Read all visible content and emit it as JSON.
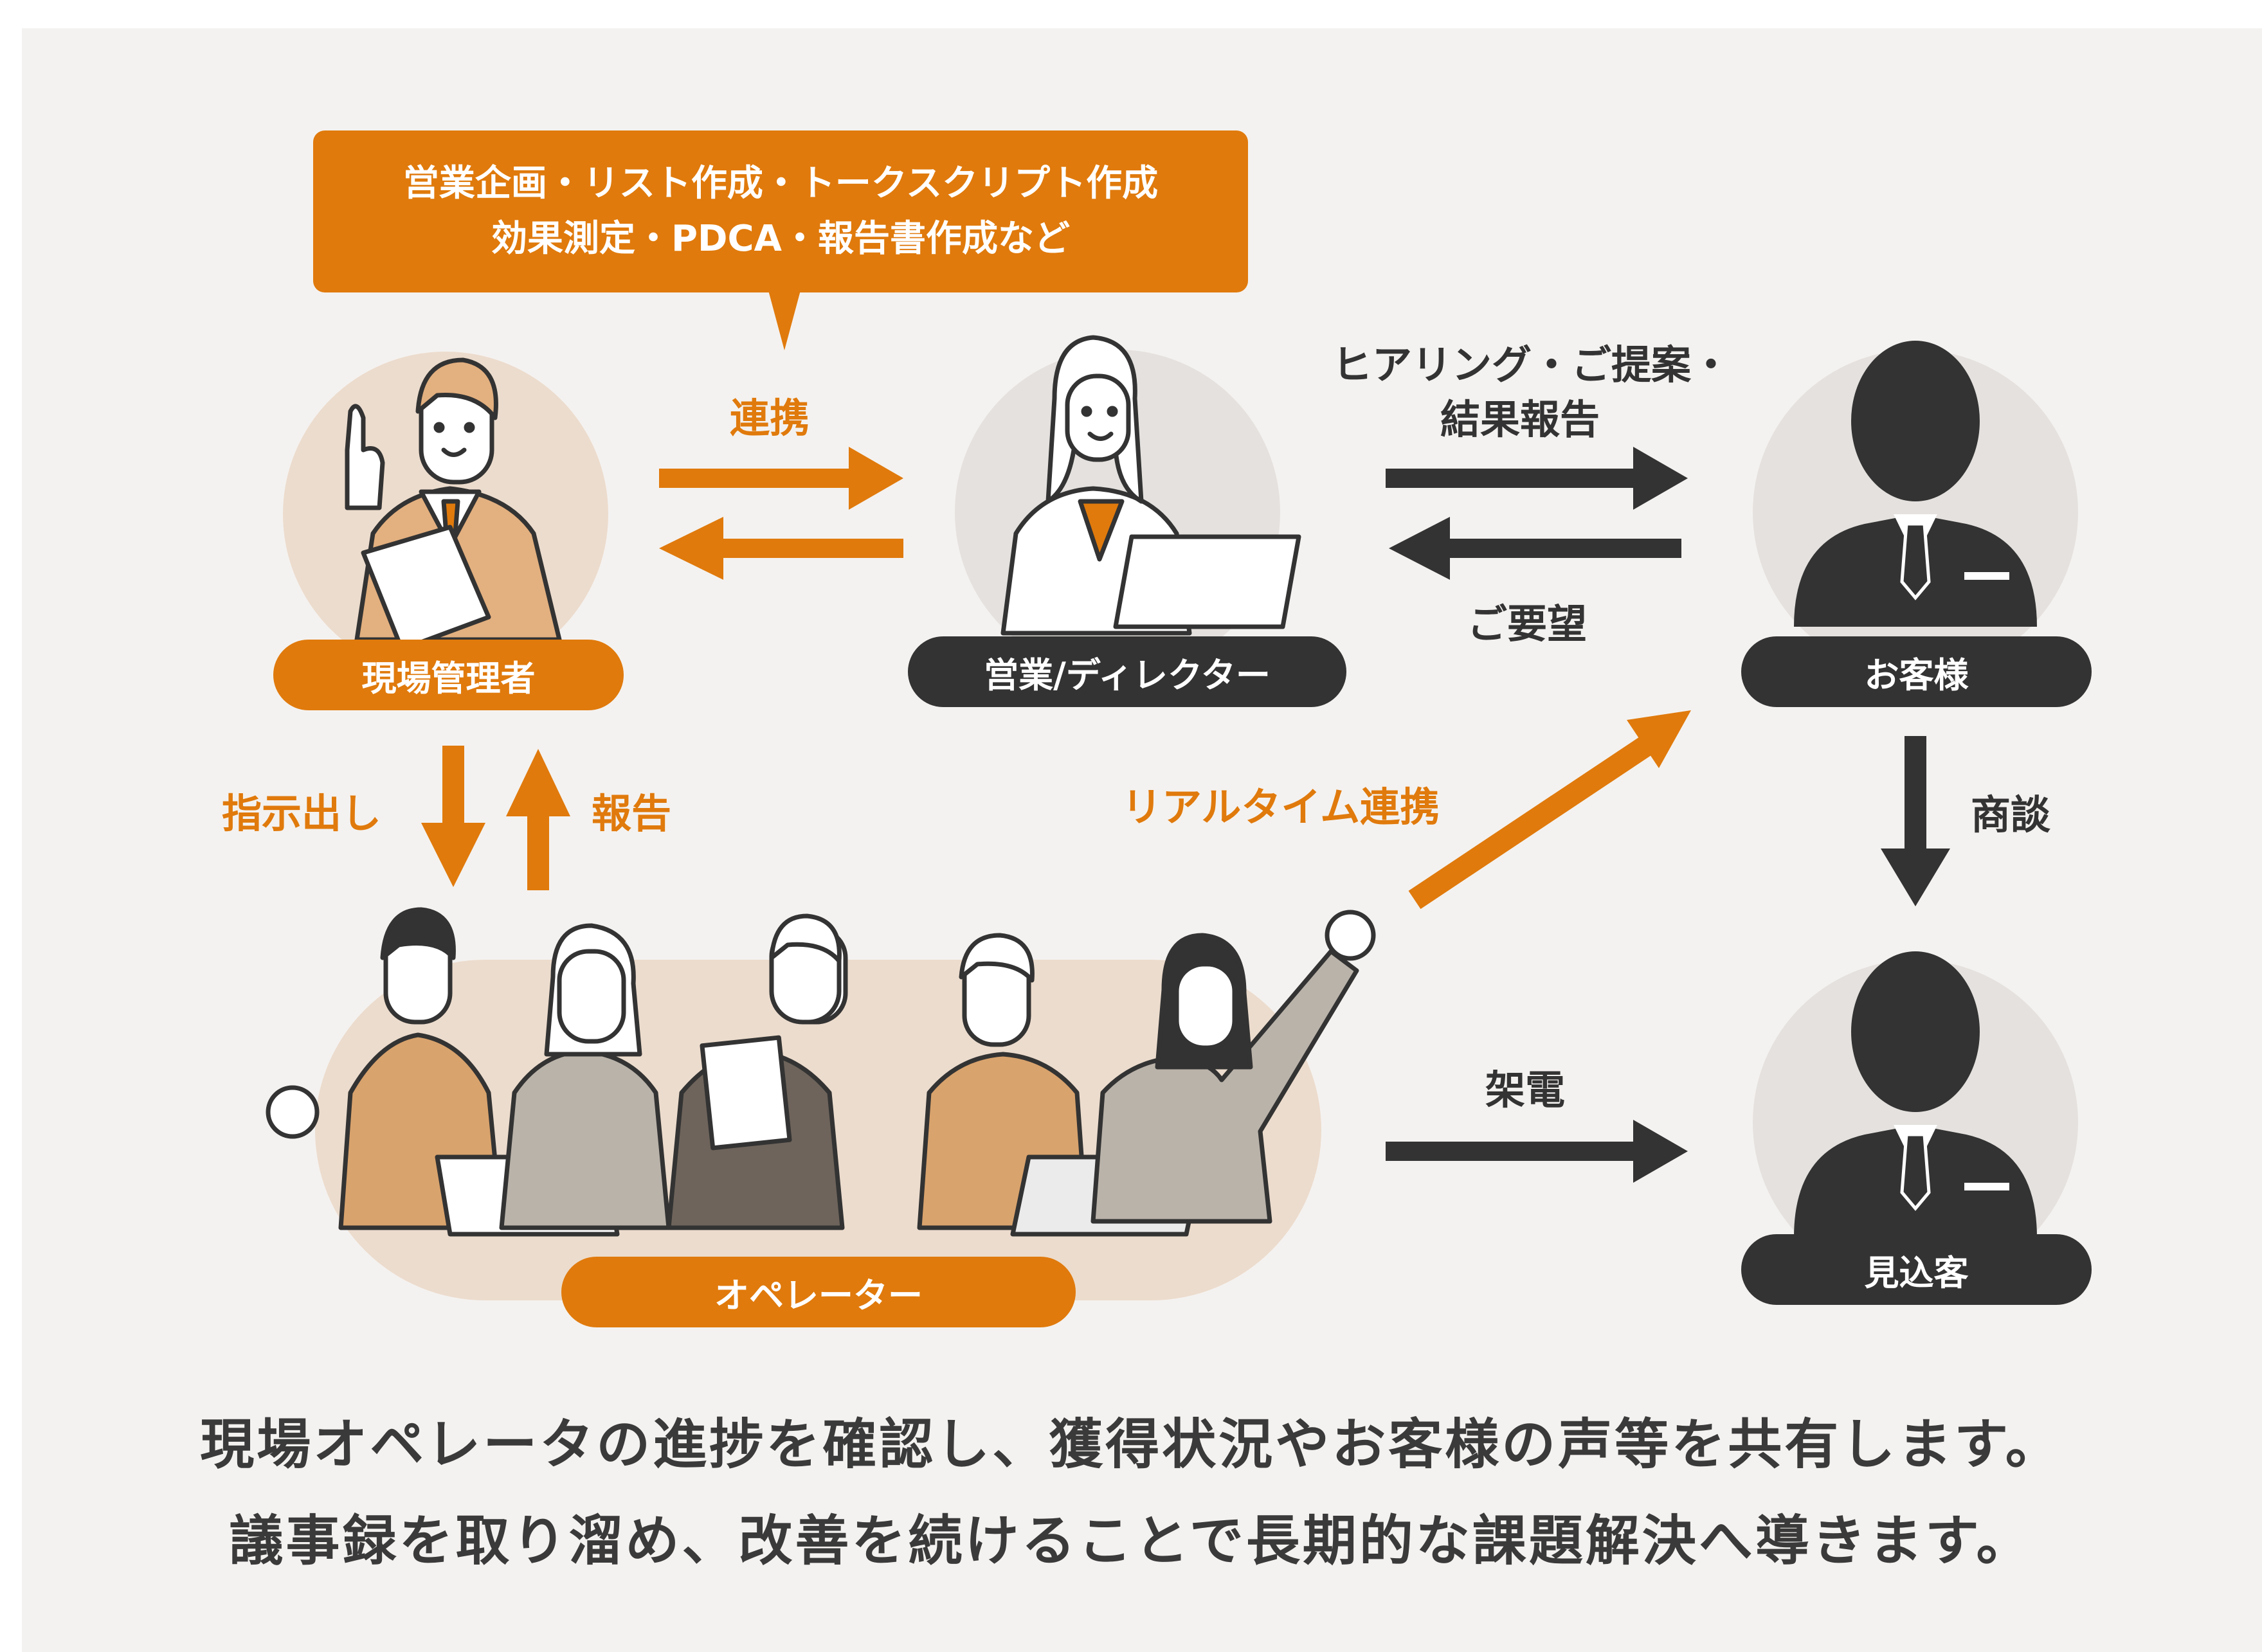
{
  "callout": {
    "line1": "営業企画・リスト作成・トークスクリプト作成",
    "line2": "効果測定・PDCA・報告書作成など"
  },
  "nodes": {
    "site_manager": "現場管理者",
    "sales_director": "営業/ディレクター",
    "customer": "お客様",
    "operator": "オペレーター",
    "prospect": "見込客"
  },
  "edges": {
    "cooperation": "連携",
    "hearing_line1": "ヒアリング・ご提案・",
    "hearing_line2": "結果報告",
    "request": "ご要望",
    "instruction": "指示出し",
    "report": "報告",
    "realtime": "リアルタイム連携",
    "negotiation": "商談",
    "calling": "架電"
  },
  "caption": {
    "line1": "現場オペレータの進捗を確認し、獲得状況やお客様の声等を共有します。",
    "line2": "議事録を取り溜め、改善を続けることで長期的な課題解決へ導きます。"
  },
  "colors": {
    "accent": "#e07a0c",
    "dark": "#333333",
    "panel": "#f4f2f0",
    "circle_orange": "#ecdccd",
    "circle_gray": "#e4e1de"
  },
  "icons": [
    "manager-illustration",
    "director-illustration",
    "customer-icon",
    "prospect-icon",
    "operators-illustration"
  ]
}
